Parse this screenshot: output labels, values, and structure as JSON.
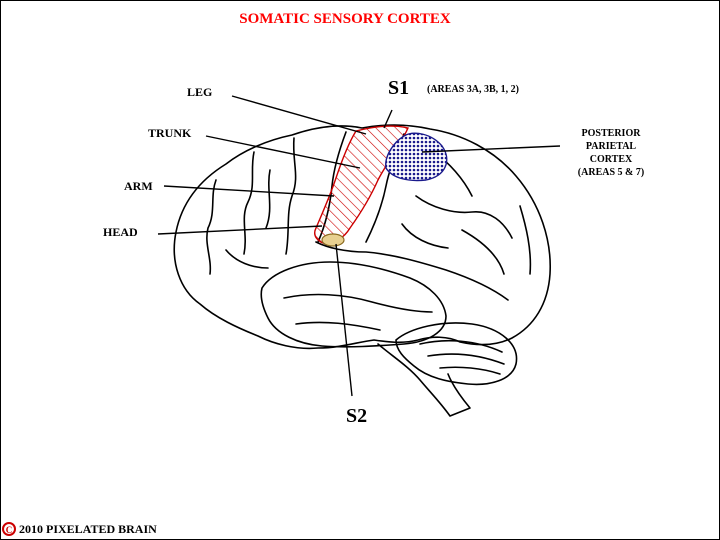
{
  "title": "SOMATIC SENSORY CORTEX",
  "labels": {
    "leg": "LEG",
    "trunk": "TRUNK",
    "arm": "ARM",
    "head": "HEAD",
    "s1": "S1",
    "s1_areas": "(AREAS 3A, 3B, 1, 2)",
    "s2": "S2",
    "ppc_line1": "POSTERIOR",
    "ppc_line2": "PARIETAL",
    "ppc_line3": "CORTEX",
    "ppc_line4": "(AREAS 5 & 7)"
  },
  "copyright": {
    "symbol": "C",
    "text": "2010  PIXELATED BRAIN"
  },
  "colors": {
    "title": "#ff0000",
    "s1_hatch": "#cc0000",
    "ppc_fill": "#1a1a8c",
    "s2_fill": "#e8d090"
  }
}
